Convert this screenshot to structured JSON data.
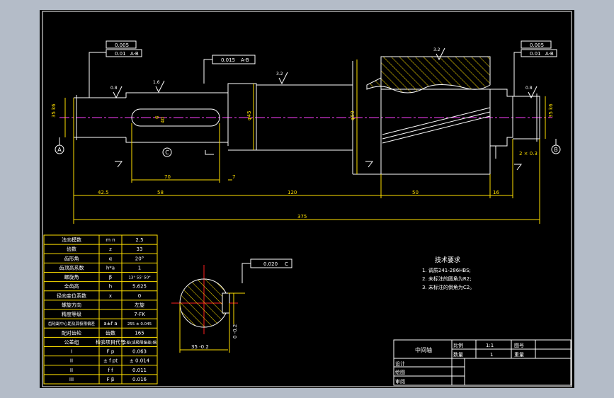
{
  "drawing": {
    "title_block": {
      "part_name": "中间轴",
      "scale_label": "比例",
      "scale_value": "1:1",
      "drawing_no_label": "图号",
      "drawing_no_value": "",
      "qty_label": "数量",
      "qty_value": "1",
      "weight_label": "重量",
      "design_label": "设计",
      "drawn_label": "绘图",
      "review_label": "审阅"
    },
    "tech_req": {
      "heading": "技术要求",
      "items": [
        "1. 调质241-286HBS;",
        "2. 未标注的圆角为R2;",
        "3. 未标注的倒角为C2。"
      ]
    },
    "gear_table": {
      "rows": [
        [
          "法向模数",
          "m n",
          "2.5"
        ],
        [
          "齿数",
          "z",
          "33"
        ],
        [
          "齿形角",
          "α",
          "20°"
        ],
        [
          "齿顶高系数",
          "h*a",
          "1"
        ],
        [
          "螺旋角",
          "β",
          "13° 55' 50\""
        ],
        [
          "全齿高",
          "h",
          "5.625"
        ],
        [
          "径向变位系数",
          "x",
          "0"
        ],
        [
          "螺旋方向",
          "",
          "左旋"
        ],
        [
          "精度等级",
          "",
          "7-FK"
        ],
        [
          "齿轮副中心距及其极限偏差",
          "a±f a",
          "255 ± 0.045"
        ],
        [
          "配对齿轮",
          "齿数",
          "165"
        ],
        [
          "公差组",
          "检验项目代号",
          "公差(或极限偏差)值"
        ],
        [
          "I",
          "F p",
          "0.063"
        ],
        [
          "II",
          "± f pt",
          "± 0.014"
        ],
        [
          "II",
          "f f",
          "0.011"
        ],
        [
          "III",
          "F β",
          "0.016"
        ]
      ]
    },
    "dims": {
      "d35_left": "35 k6",
      "d45": "φ45",
      "d50": "φ50",
      "d35_right": "35 k6",
      "key_width": "6",
      "key_depth": "40",
      "len_70": "70",
      "len_7": "7",
      "len_42": "42.5",
      "len_58": "58",
      "len_120": "120",
      "len_50": "50",
      "len_16": "16",
      "total": "375",
      "chamfer": "2 × 0.3",
      "section_width": "35 -0.2",
      "section_depth": "0  -0.2",
      "sym": "0.020",
      "sym_ref": "C"
    },
    "tolerances": {
      "left_cyl": "0.005",
      "left_runout": "0.01",
      "left_ref": "A-B",
      "mid_runout": "0.015",
      "mid_ref": "A-B",
      "right_cyl": "0.005",
      "right_runout": "0.01",
      "right_ref": "A-B",
      "rough_08": "0.8",
      "rough_16": "1.6",
      "rough_32": "3.2"
    },
    "datums": {
      "a": "A",
      "b": "B",
      "c": "C"
    }
  }
}
